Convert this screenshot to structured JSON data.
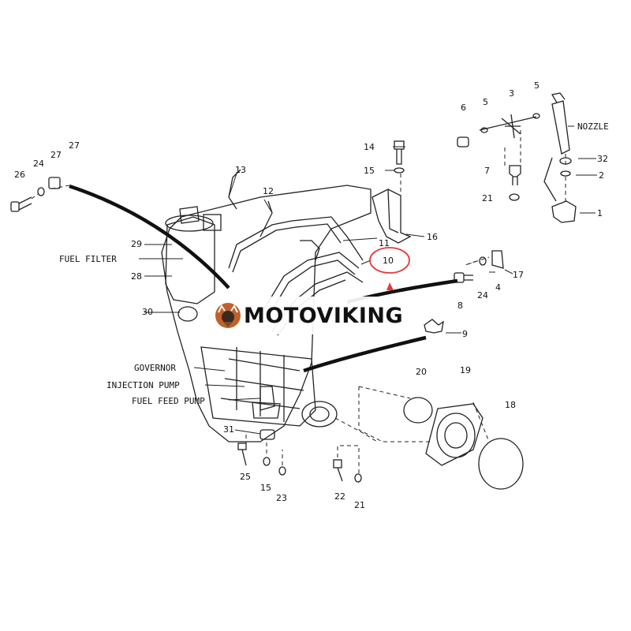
{
  "watermark": {
    "brand": "MOTOVIKING"
  },
  "colors": {
    "highlight": "#e23b3b",
    "ink": "#111111",
    "brand_accent": "#c0612b"
  },
  "diagram": {
    "labels": {
      "nozzle": "NOZZLE",
      "fuel_filter": "FUEL FILTER",
      "governor": "GOVERNOR",
      "injection_pump": "INJECTION PUMP",
      "fuel_feed_pump": "FUEL FEED PUMP"
    },
    "callouts": {
      "c1": "1",
      "c2": "2",
      "c3": "3",
      "c4": "4",
      "c5a": "5",
      "c5b": "5",
      "c6": "6",
      "c7": "7",
      "c8": "8",
      "c9": "9",
      "c10": "10",
      "c11": "11",
      "c12": "12",
      "c13": "13",
      "c14": "14",
      "c15a": "15",
      "c15b": "15",
      "c16": "16",
      "c17": "17",
      "c18": "18",
      "c19": "19",
      "c20": "20",
      "c21a": "21",
      "c21b": "21",
      "c22": "22",
      "c23": "23",
      "c24a": "24",
      "c24b": "24",
      "c25": "25",
      "c26": "26",
      "c27a": "27",
      "c27b": "27",
      "c28": "28",
      "c29": "29",
      "c30": "30",
      "c31": "31",
      "c32": "32"
    },
    "highlighted_part": "10"
  }
}
